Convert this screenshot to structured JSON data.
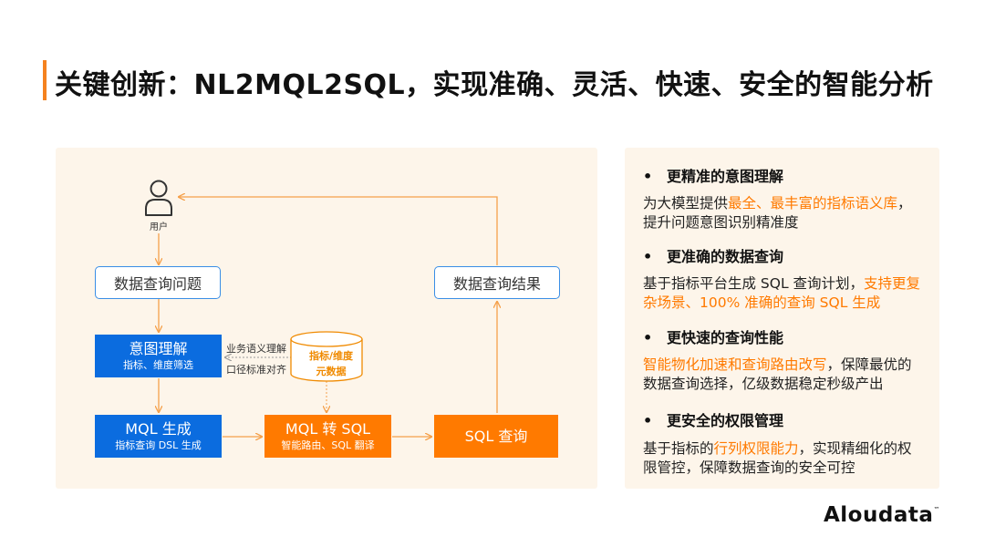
{
  "title": "关键创新：NL2MQL2SQL，实现准确、灵活、快速、安全的智能分析",
  "diagram": {
    "user_label": "用户",
    "question_box": "数据查询问题",
    "result_box": "数据查询结果",
    "intent_box": {
      "title": "意图理解",
      "subtitle": "指标、维度筛选"
    },
    "side_labels": [
      "业务语义理解",
      "口径标准对齐"
    ],
    "metadata_db": [
      "指标/维度",
      "元数据"
    ],
    "mql_box": {
      "title": "MQL 生成",
      "subtitle": "指标查询 DSL 生成"
    },
    "convert_box": {
      "title": "MQL 转 SQL",
      "subtitle": "智能路由、SQL 翻译"
    },
    "sql_box": "SQL 查询",
    "colors": {
      "blue": "#0b6cdf",
      "orange": "#ff7a00",
      "outline": "#3a8ee6",
      "panel": "#fdf5ea"
    }
  },
  "features": [
    {
      "heading": "更精准的意图理解",
      "text": [
        {
          "t": "为大模型提供"
        },
        {
          "t": "最全、最丰富的指标语义库",
          "hl": true
        },
        {
          "t": "，提升问题意图识别精准度"
        }
      ]
    },
    {
      "heading": "更准确的数据查询",
      "text": [
        {
          "t": "基于指标平台生成 SQL 查询计划，"
        },
        {
          "t": "支持更复杂场景、100% 准确的查询 SQL 生成",
          "hl": true
        }
      ]
    },
    {
      "heading": "更快速的查询性能",
      "text": [
        {
          "t": "智能物化加速和查询路由改写",
          "hl": true
        },
        {
          "t": "，保障最优的数据查询选择，亿级数据稳定秒级产出"
        }
      ]
    },
    {
      "heading": "更安全的权限管理",
      "text": [
        {
          "t": "基于指标的"
        },
        {
          "t": "行列权限能力",
          "hl": true
        },
        {
          "t": "，实现精细化的权限管控，保障数据查询的安全可控"
        }
      ]
    }
  ],
  "bullet_symbol": "•",
  "logo": {
    "text": "Aloudata",
    "tm": "™"
  }
}
